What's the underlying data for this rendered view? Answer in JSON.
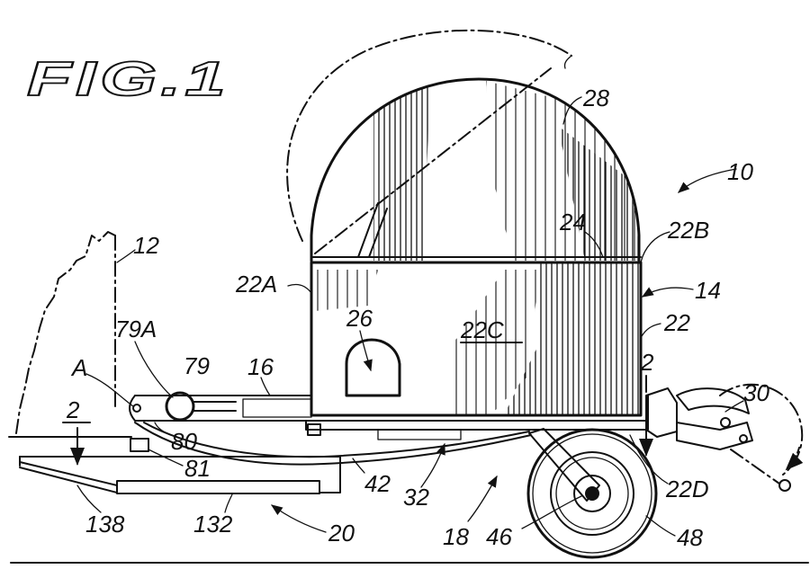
{
  "figure": {
    "title": "FIG.1"
  },
  "refs": {
    "n10": "10",
    "n12": "12",
    "n14": "14",
    "n16": "16",
    "n18": "18",
    "n20": "20",
    "n22": "22",
    "n22A": "22A",
    "n22B": "22B",
    "n22C": "22C",
    "n22D": "22D",
    "n24": "24",
    "n26": "26",
    "n28": "28",
    "n30": "30",
    "n32": "32",
    "n42": "42",
    "n46": "46",
    "n48": "48",
    "n79": "79",
    "n79A": "79A",
    "n80": "80",
    "n81": "81",
    "n132": "132",
    "n138": "138",
    "nA": "A"
  },
  "section_marks": {
    "left": "2",
    "right": "2"
  },
  "colors": {
    "ink": "#111111",
    "paper": "#ffffff"
  }
}
